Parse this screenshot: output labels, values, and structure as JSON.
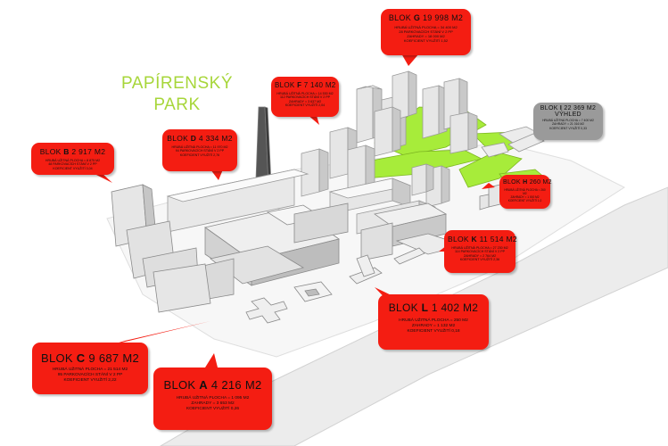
{
  "park_label": {
    "line1": "PAPÍRENSKÝ",
    "line2": "PARK"
  },
  "colors": {
    "callout_red": "#f41d12",
    "callout_grey": "#9a9a9a",
    "park_green": "#a7d63a",
    "river": "#ececec"
  },
  "blocks": {
    "g": {
      "prefix": "BLOK ",
      "letter": "G",
      "area": " 19 998 M2",
      "lines": [
        "HRUBÁ UŽITNÁ PLOCHA = 34 400 M2",
        "28 PARKOVACÍCH STÁNÍ V 2 PP",
        "ZAHRADY = 18 000 M2",
        "KOEFICIENT VYUŽITÍ 1,52"
      ]
    },
    "f": {
      "prefix": "BLOK ",
      "letter": "F",
      "area": " 7 140 M2",
      "lines": [
        "HRUBÁ UŽITNÁ PLOCHA = 14 530 M2",
        "112 PARKOVACÍCH STÁNÍ V 2 PP",
        "ZAHRADY = 3 637 M2",
        "KOEFICIENT VYUŽITÍ 2,04"
      ]
    },
    "d": {
      "prefix": "BLOK ",
      "letter": "D",
      "area": " 4 334 M2",
      "lines": [
        "HRUBÁ UŽITNÁ PLOCHA = 11 970 M2",
        "94 PARKOVACÍCH STÁNÍ V 2 PP",
        "KOEFICIENT VYUŽITÍ 2,76"
      ]
    },
    "b": {
      "prefix": "BLOK ",
      "letter": "B",
      "area": " 2 917 M2",
      "lines": [
        "HRUBÁ UŽITNÁ PLOCHA = 8 875 M2",
        "48 PARKOVACÍCH STÁNÍ V 2 PP",
        "KOEFICIENT VYUŽITÍ 3,04"
      ]
    },
    "i": {
      "prefix": "BLOK ",
      "letter": "I",
      "area": " 22 369 M2",
      "subtitle": "VÝHLED",
      "lines": [
        "HRUBÁ UŽITNÁ PLOCHA = 7 400 M2",
        "ZAHRADY = 21 016 M2",
        "KOEFICIENT VYUŽITÍ 0,33"
      ]
    },
    "h": {
      "prefix": "BLOK ",
      "letter": "H",
      "area": " 260 M2",
      "lines": [
        "HRUBÁ UŽITNÁ PLOCHA = 260 M2",
        "ZAHRADY = 1 000 M2",
        "KOEFICIENT VYUŽITÍ 1,0"
      ]
    },
    "k": {
      "prefix": "BLOK ",
      "letter": "K",
      "area": " 11 514 M2",
      "lines": [
        "HRUBÁ UŽITNÁ PLOCHA = 27 230 M2",
        "114 PARKOVACÍCH STÁNÍ V 2 PP",
        "ZAHRADY = 2 764 M2",
        "KOEFICIENT VYUŽITÍ 2,36"
      ]
    },
    "l": {
      "prefix": "BLOK ",
      "letter": "L",
      "area": " 1 402 M2",
      "lines": [
        "HRUBÁ UŽITNÁ PLOCHA = 250 M2",
        "ZAHRADY = 1 132 M2",
        "KOEFICIENT VYUŽITÍ 0,18"
      ]
    },
    "c": {
      "prefix": "BLOK ",
      "letter": "C",
      "area": " 9 687 M2",
      "lines": [
        "HRUBÁ UŽITNÁ PLOCHA = 21 514 M2",
        "95 PARKOVACÍCH STÁNÍ V 2 PP",
        "KOEFICIENT VYUŽITÍ 2,22"
      ]
    },
    "a": {
      "prefix": "BLOK ",
      "letter": "A",
      "area": " 4 216 M2",
      "lines": [
        "HRUBÁ UŽITNÁ PLOCHA = 1 095 M2",
        "ZAHRADY = 3 653 M2",
        "KOEFICIENT VYUŽITÍ 0,26"
      ]
    }
  }
}
